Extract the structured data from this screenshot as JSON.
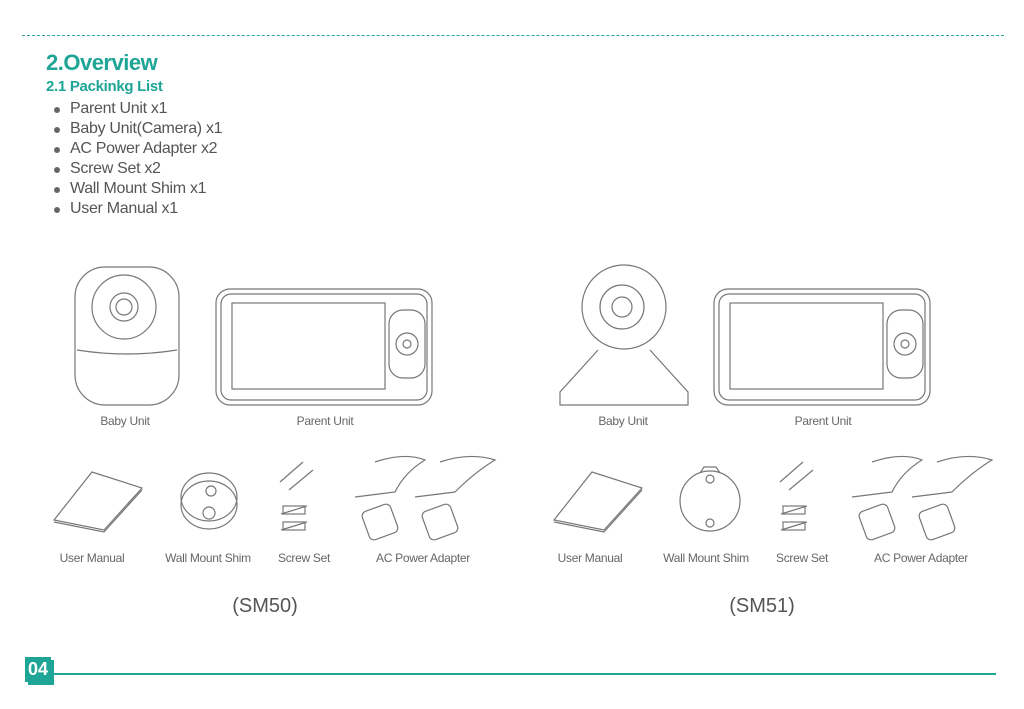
{
  "title": "2.Overview",
  "subtitle": "2.1 Packinkg List",
  "packing_list": [
    "Parent Unit x1",
    "Baby Unit(Camera) x1",
    "AC Power Adapter x2",
    "Screw Set x2",
    "Wall Mount Shim x1",
    "User Manual x1"
  ],
  "sm50": {
    "model": "(SM50)",
    "baby_unit": "Baby Unit",
    "parent_unit": "Parent Unit",
    "user_manual": "User Manual",
    "wall_mount_shim": "Wall Mount Shim",
    "screw_set": "Screw Set",
    "ac_power_adapter": "AC Power Adapter"
  },
  "sm51": {
    "model": "(SM51)",
    "baby_unit": "Baby Unit",
    "parent_unit": "Parent Unit",
    "user_manual": "User Manual",
    "wall_mount_shim": "Wall Mount Shim",
    "screw_set": "Screw Set",
    "ac_power_adapter": "AC Power Adapter"
  },
  "page_number": "04",
  "accent_color": "#1ea596"
}
